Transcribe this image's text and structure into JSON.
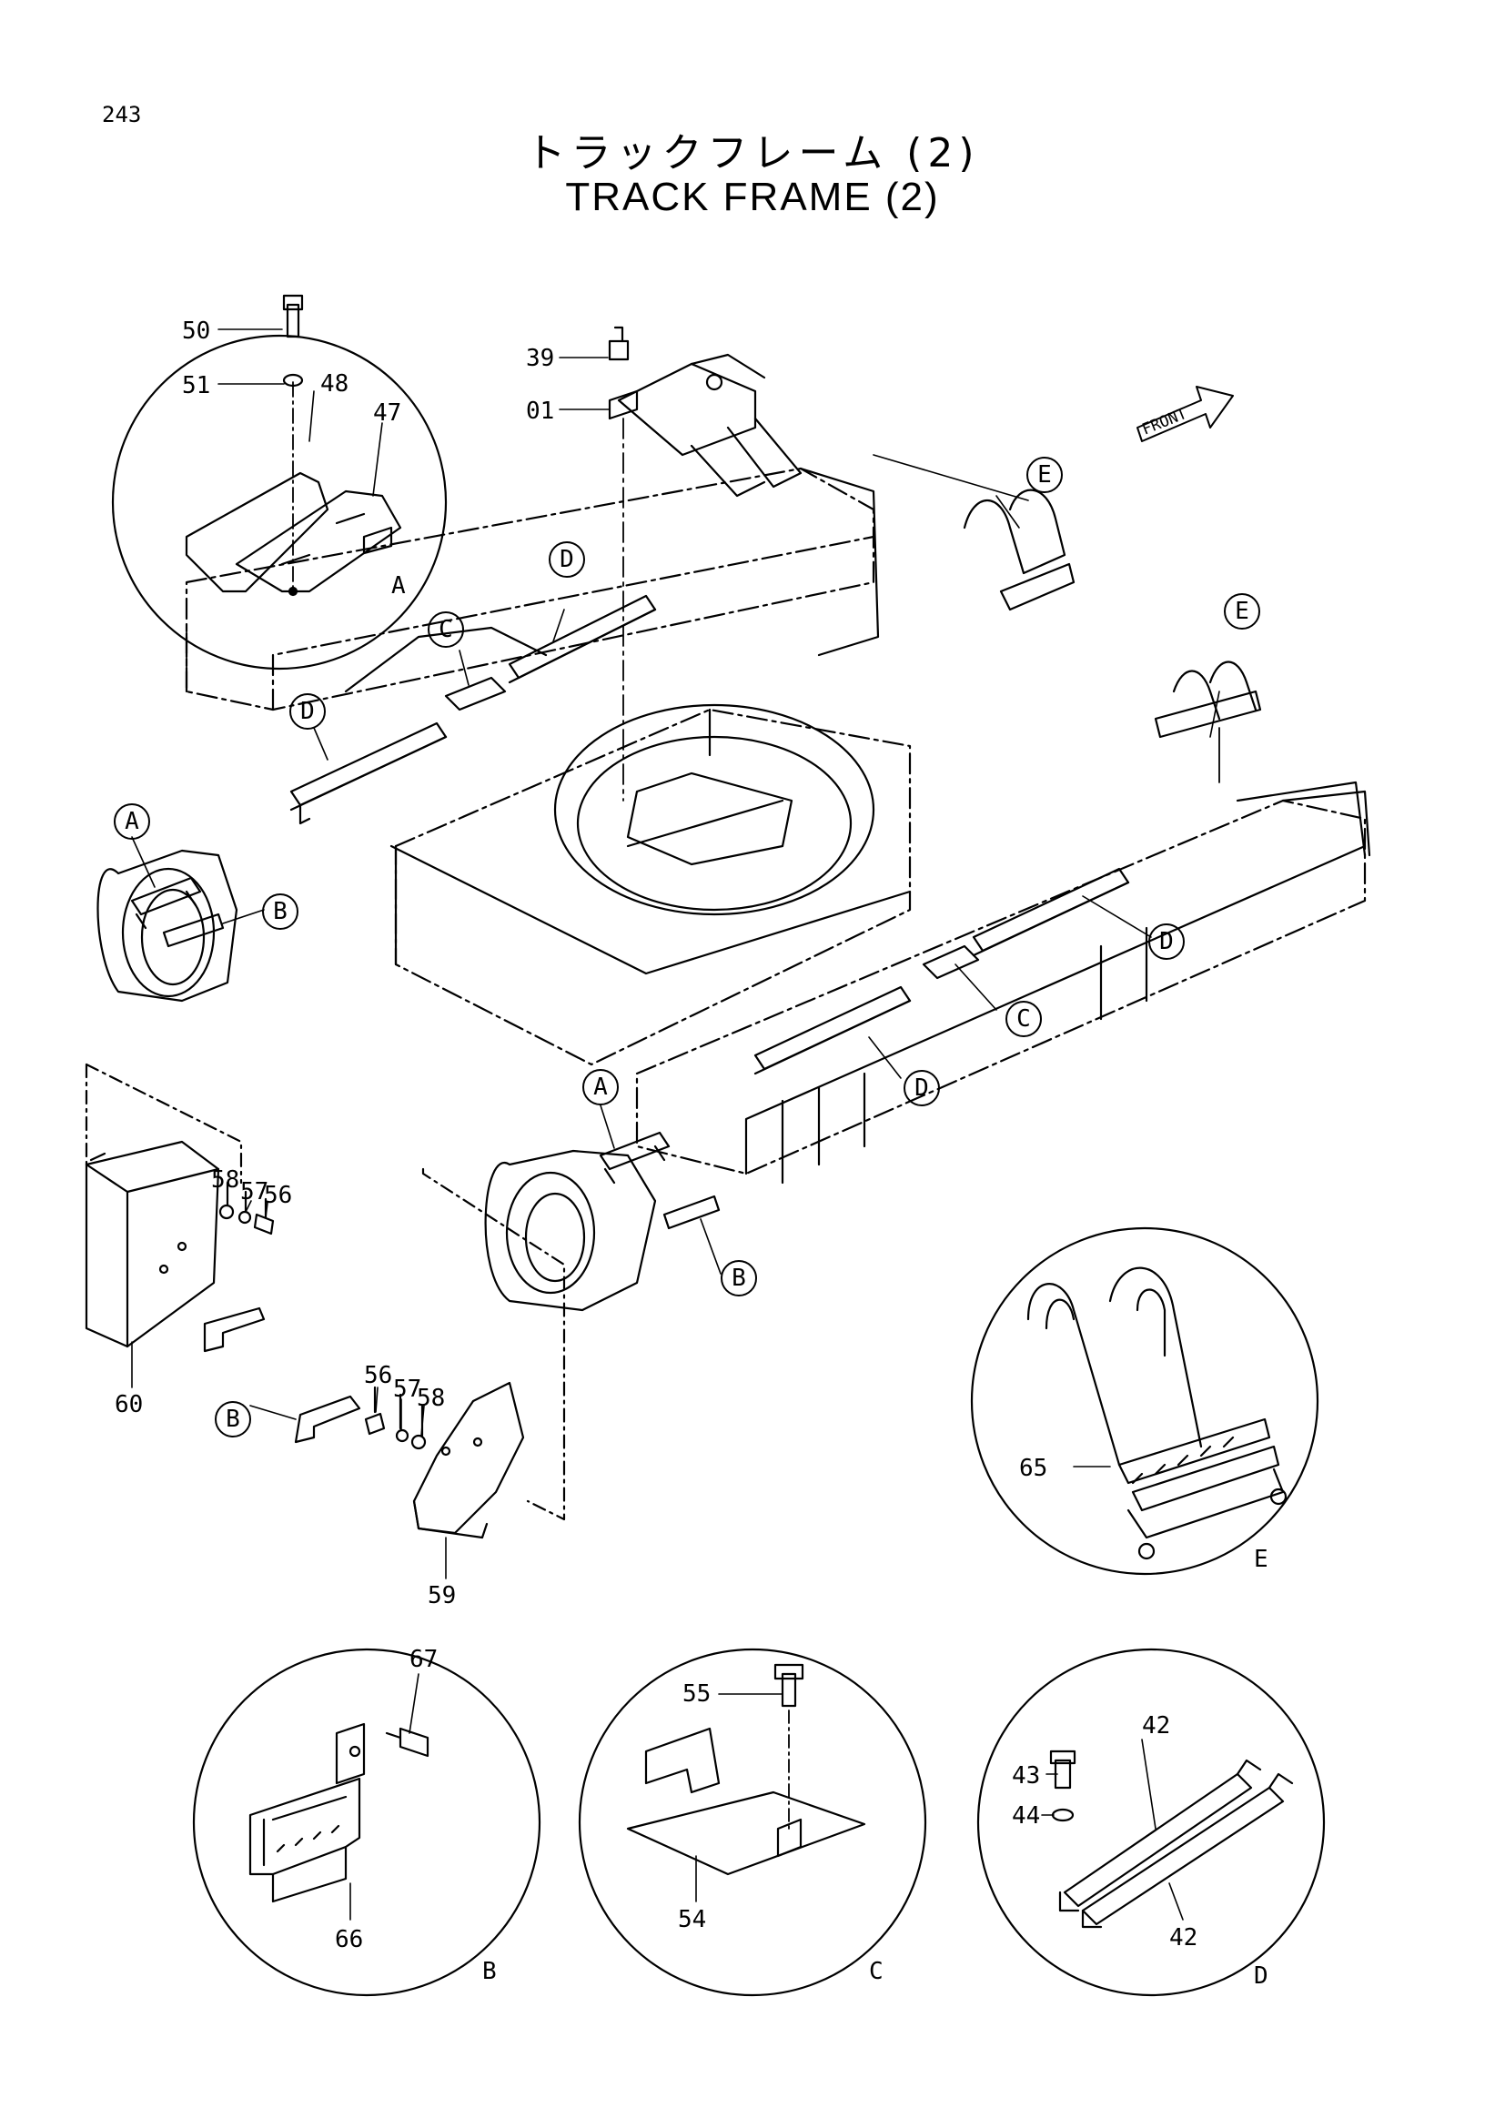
{
  "header": {
    "page_number": "243",
    "title_jp": "トラックフレーム (2)",
    "title_en": "TRACK FRAME (2)"
  },
  "front_arrow": {
    "text": "FRONT"
  },
  "part_numbers": {
    "p50": "50",
    "p51": "51",
    "p48": "48",
    "p47": "47",
    "p39": "39",
    "p01": "01",
    "p58a": "58",
    "p57a": "57",
    "p56a": "56",
    "p60": "60",
    "p56b": "56",
    "p57b": "57",
    "p58b": "58",
    "p59": "59",
    "p65": "65",
    "p67": "67",
    "p66": "66",
    "p55": "55",
    "p54": "54",
    "p42a": "42",
    "p43": "43",
    "p44": "44",
    "p42b": "42"
  },
  "detail_letters": {
    "A": "A",
    "B": "B",
    "C": "C",
    "D": "D",
    "E": "E"
  },
  "bubbles": [
    {
      "letter": "A"
    },
    {
      "letter": "B"
    },
    {
      "letter": "C"
    },
    {
      "letter": "D"
    },
    {
      "letter": "D"
    },
    {
      "letter": "E"
    },
    {
      "letter": "E"
    },
    {
      "letter": "D"
    },
    {
      "letter": "C"
    },
    {
      "letter": "D"
    },
    {
      "letter": "A"
    },
    {
      "letter": "B"
    },
    {
      "letter": "B"
    }
  ]
}
